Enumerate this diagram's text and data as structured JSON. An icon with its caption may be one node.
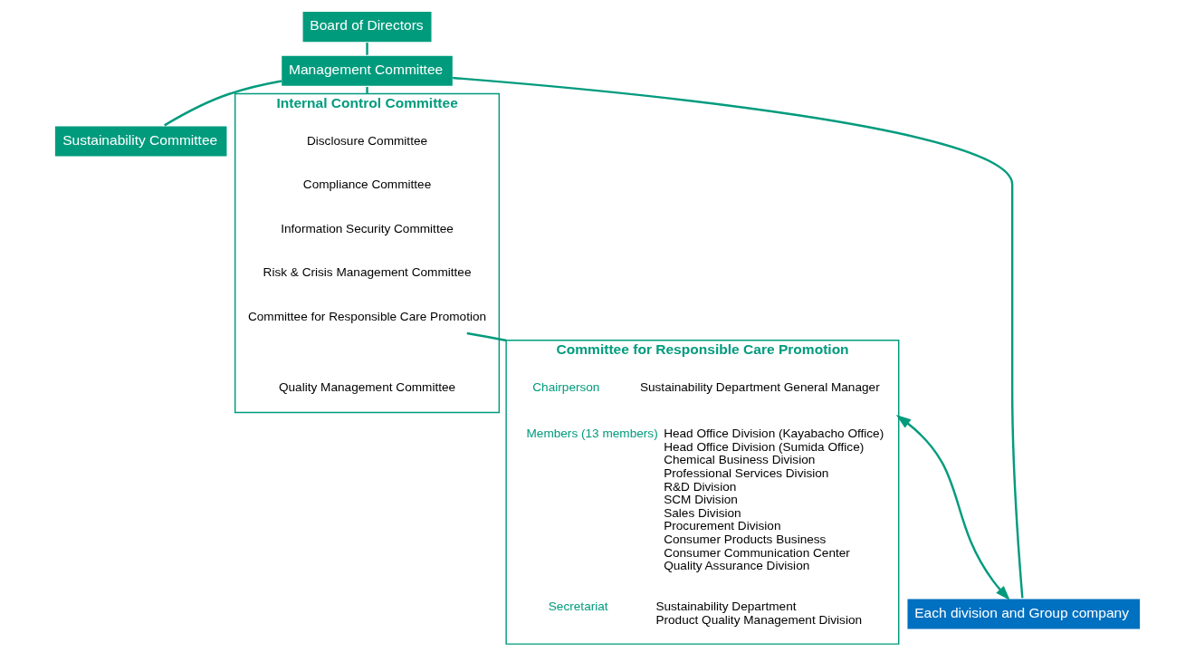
{
  "diagram": {
    "nodes": [
      {
        "text": [
          "Board of Directors"
        ]
      },
      {
        "text": [
          "Management Committee"
        ]
      },
      {
        "text": [
          "Sustainability Committee"
        ]
      },
      {
        "text": [
          "Internal Control Committee"
        ]
      },
      {
        "text": [
          "Disclosure Committee"
        ],
        "in": 3
      },
      {
        "text": [
          "Compliance Committee"
        ],
        "in": 3
      },
      {
        "text": [
          "Information Security Committee"
        ],
        "in": 3
      },
      {
        "text": [
          "Risk & Crisis Management Committee"
        ],
        "in": 3
      },
      {
        "text": [
          "Committee for Responsible Care Promotion"
        ],
        "in": 3
      },
      {
        "text": [
          "Quality Management Committee"
        ],
        "in": 3
      },
      {
        "text": [
          "Committee for Responsible Care Promotion"
        ]
      },
      {
        "text": [
          "Chairperson",
          "Sustainability Department General Manager"
        ],
        "in": 10
      },
      {
        "text": [
          "Members (13 members)",
          "Head Office Division (Kayabacho Office)",
          "Head Office Division (Sumida Office)",
          "Chemical Business Division",
          "Professional Services Division",
          "R&D Division",
          "SCM Division",
          "Sales Division",
          "Procurement Division",
          "Consumer Products Business",
          "Consumer Communication Center",
          "Quality Assurance Division"
        ],
        "in": 10
      },
      {
        "text": [
          "Secretariat",
          "Sustainability Department",
          "Product Quality Management Division"
        ],
        "in": 10
      },
      {
        "text": [
          "Each division and Group company"
        ]
      }
    ],
    "edges": [
      {
        "from": 0,
        "to": 1,
        "arrow": "none"
      },
      {
        "from": 1,
        "to": 2,
        "arrow": "none"
      },
      {
        "from": 1,
        "to": 3,
        "arrow": "none"
      },
      {
        "from": 1,
        "to": 14,
        "arrow": "none"
      },
      {
        "from": 8,
        "to": 10,
        "arrow": "none"
      },
      {
        "from": 14,
        "to": 10,
        "arrow": "both"
      }
    ]
  }
}
